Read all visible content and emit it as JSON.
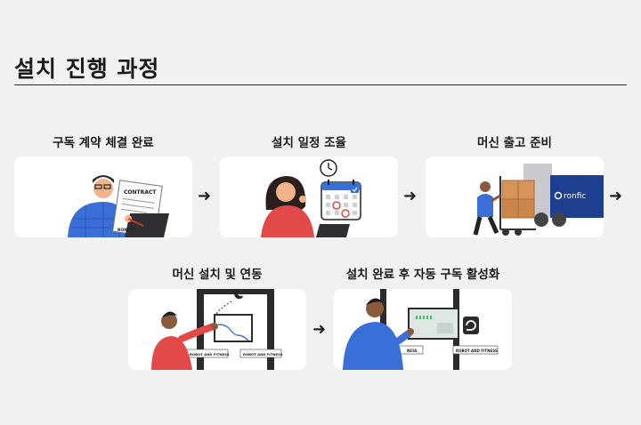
{
  "page": {
    "title": "설치 진행 과정"
  },
  "steps": [
    {
      "label": "구독 계약 체결 완료",
      "contract_text": "CONTRACT",
      "brand_text": "RONFIC"
    },
    {
      "label": "설치 일정 조율"
    },
    {
      "label": "머신 출고 준비",
      "truck_brand": "ronfic"
    },
    {
      "label": "머신 설치 및 연동",
      "panel_left": "ROBOT AND FITNESS",
      "panel_right": "ROBOT AND FITNESS"
    },
    {
      "label": "설치 완료 후 자동 구독 활성화",
      "panel_left": "NESS",
      "panel_right": "ROBOT AND FITNESS"
    }
  ],
  "arrow_glyph": "➜",
  "colors": {
    "background": "#f1f1f2",
    "card": "#ffffff",
    "blue": "#3b6fd8",
    "red": "#e24a4a",
    "truck": "#1e3f8f"
  }
}
